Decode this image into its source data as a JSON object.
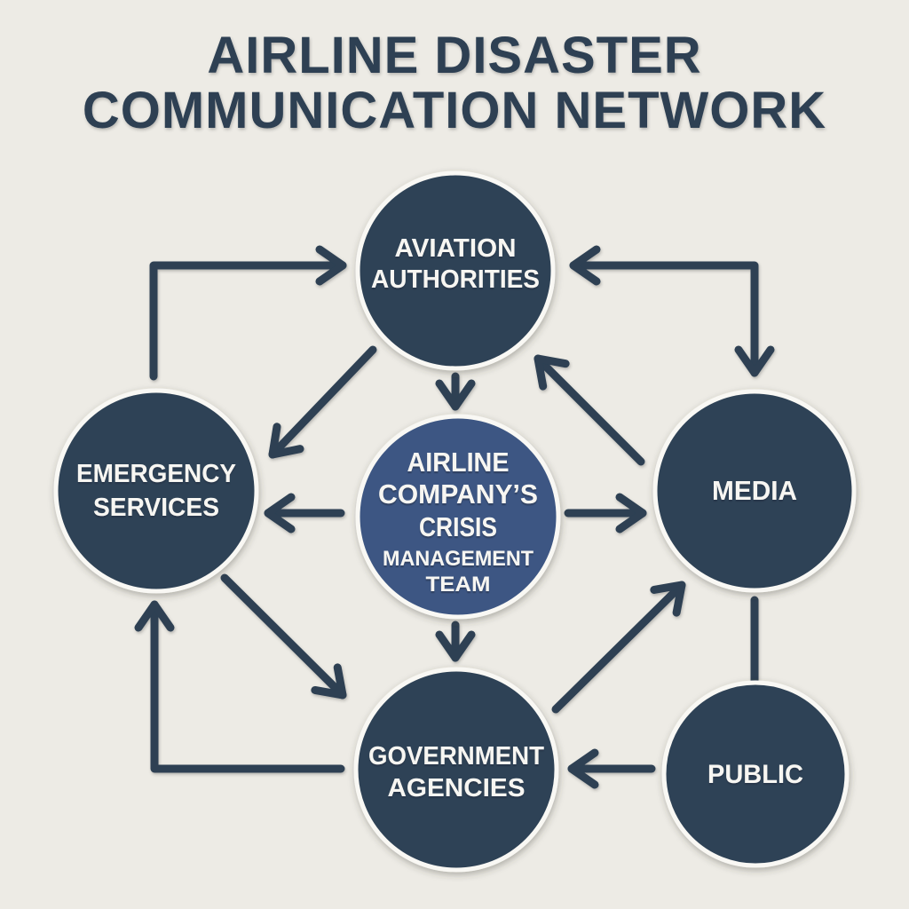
{
  "title": {
    "lines": [
      "AIRLINE DISASTER",
      "COMMUNICATION NETWORK"
    ]
  },
  "colors": {
    "bg": "#edebe5",
    "node": "#2f4256",
    "center": "#3d5783",
    "arrow": "#2d4053",
    "label": "#f7f6f2",
    "halo": "#f9f8f4"
  },
  "nodes": {
    "aviation": {
      "lines": [
        "AVIATION",
        "AUTHORITIES"
      ]
    },
    "emergency": {
      "lines": [
        "EMERGENCY",
        "SERVICES"
      ]
    },
    "media": {
      "lines": [
        "MEDIA"
      ]
    },
    "center": {
      "lines": [
        "AIRLINE",
        "COMPANY’S",
        "CRISIS",
        "MANAGEMENT",
        "TEAM"
      ]
    },
    "government": {
      "lines": [
        "GOVERNMENT",
        "AGENCIES"
      ]
    },
    "public": {
      "lines": [
        "PUBLIC"
      ]
    }
  },
  "edges": [
    {
      "from": "EMERGENCY SERVICES",
      "to": "AVIATION AUTHORITIES",
      "type": "elbow-arrow"
    },
    {
      "from": "AVIATION AUTHORITIES",
      "to": "EMERGENCY SERVICES",
      "type": "diagonal-arrow"
    },
    {
      "from": "AVIATION AUTHORITIES",
      "to": "AIRLINE COMPANY'S CRISIS MANAGEMENT TEAM",
      "type": "straight-arrow"
    },
    {
      "from": "AVIATION AUTHORITIES",
      "to": "MEDIA",
      "type": "elbow-arrow-bidirectional"
    },
    {
      "from": "MEDIA",
      "to": "AVIATION AUTHORITIES",
      "type": "diagonal-arrow"
    },
    {
      "from": "AIRLINE COMPANY'S CRISIS MANAGEMENT TEAM",
      "to": "EMERGENCY SERVICES",
      "type": "straight-arrow"
    },
    {
      "from": "AIRLINE COMPANY'S CRISIS MANAGEMENT TEAM",
      "to": "MEDIA",
      "type": "straight-arrow"
    },
    {
      "from": "AIRLINE COMPANY'S CRISIS MANAGEMENT TEAM",
      "to": "GOVERNMENT AGENCIES",
      "type": "straight-arrow"
    },
    {
      "from": "EMERGENCY SERVICES",
      "to": "GOVERNMENT AGENCIES",
      "type": "diagonal-arrow"
    },
    {
      "from": "GOVERNMENT AGENCIES",
      "to": "EMERGENCY SERVICES",
      "type": "elbow-arrow"
    },
    {
      "from": "GOVERNMENT AGENCIES",
      "to": "MEDIA",
      "type": "diagonal-arrow"
    },
    {
      "from": "MEDIA",
      "to": "PUBLIC",
      "type": "plain-line"
    },
    {
      "from": "PUBLIC",
      "to": "GOVERNMENT AGENCIES",
      "type": "straight-arrow"
    }
  ]
}
